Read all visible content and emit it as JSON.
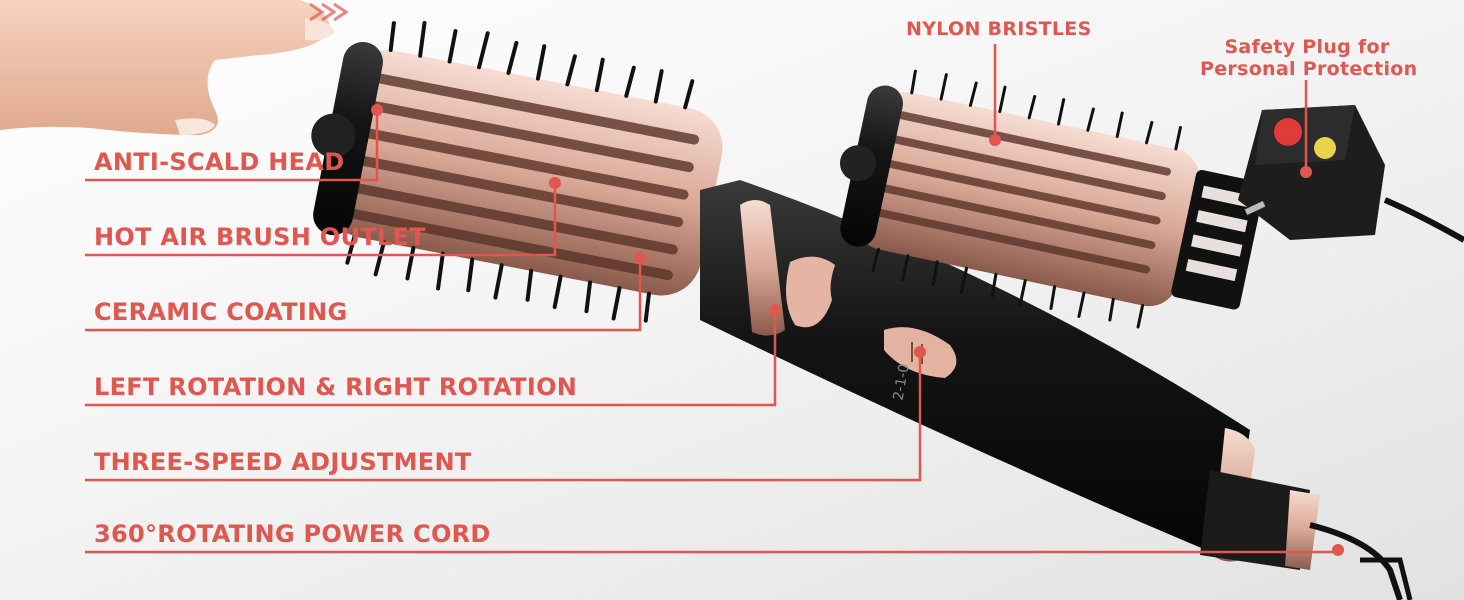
{
  "features": [
    {
      "id": "anti-scald-head",
      "label": "ANTI-SCALD HEAD"
    },
    {
      "id": "hot-air-brush-outlet",
      "label": "HOT AIR  BRUSH OUTLET"
    },
    {
      "id": "ceramic-coating",
      "label": "CERAMIC COATING"
    },
    {
      "id": "left-right-rotation",
      "label": "LEFT ROTATION & RIGHT ROTATION"
    },
    {
      "id": "three-speed-adjustment",
      "label": "THREE-SPEED ADJUSTMENT"
    },
    {
      "id": "rotating-power-cord",
      "label": "360°ROTATING POWER CORD"
    }
  ],
  "callouts": {
    "nylon_bristles": "NYLON BRISTLES",
    "safety_plug_line1": "Safety Plug for",
    "safety_plug_line2": "Personal Protection"
  },
  "switch_marks": "2-1-0",
  "colors": {
    "accent": "#e0574f",
    "rose_gold": "#d9a796",
    "body": "#1a1a1a"
  }
}
